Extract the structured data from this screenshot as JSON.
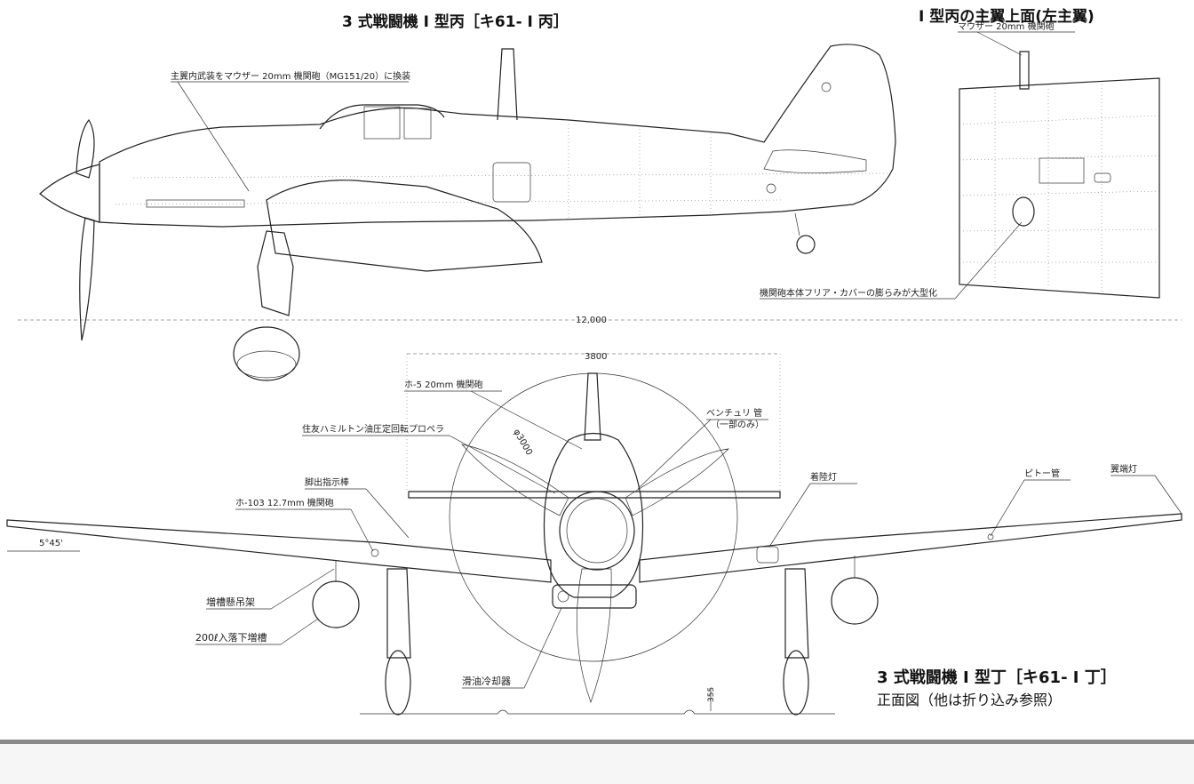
{
  "side_view": {
    "title": "3 式戦闘機 I 型丙［キ61- I 丙］",
    "callout_wing_gun": "主翼内武装をマウザー 20mm 機関砲（MG151/20）に換装",
    "span_dim": "12,000"
  },
  "wing_detail": {
    "title": "I 型丙の主翼上面(左主翼)",
    "callout_mauser": "マウザー 20mm 機関砲",
    "callout_cover": "機関砲本体フリア・カバーの膨らみが大型化"
  },
  "front_view": {
    "title": "3 式戦闘機 I 型丁［キ61- I 丁］",
    "subtitle": "正面図（他は折り込み参照）",
    "dim_prop_span": "3800",
    "dim_prop_dia": "φ3000",
    "dihedral": "5°45'",
    "gear_height": "355",
    "callouts": {
      "ho5": "ホ-5 20mm 機関砲",
      "propeller": "住友ハミルトン油圧定回転プロペラ",
      "venturi": "ベンチュリ 管",
      "venturi_note": "（一部のみ）",
      "leg_indicator": "脚出指示棒",
      "ho103": "ホ-103 12.7mm 機関砲",
      "landing_light": "着陸灯",
      "pitot": "ピトー管",
      "wingtip_light": "翼端灯",
      "tank_pylon": "増槽懸吊架",
      "drop_tank": "200ℓ入落下増槽",
      "oil_cooler": "滑油冷却器"
    }
  }
}
